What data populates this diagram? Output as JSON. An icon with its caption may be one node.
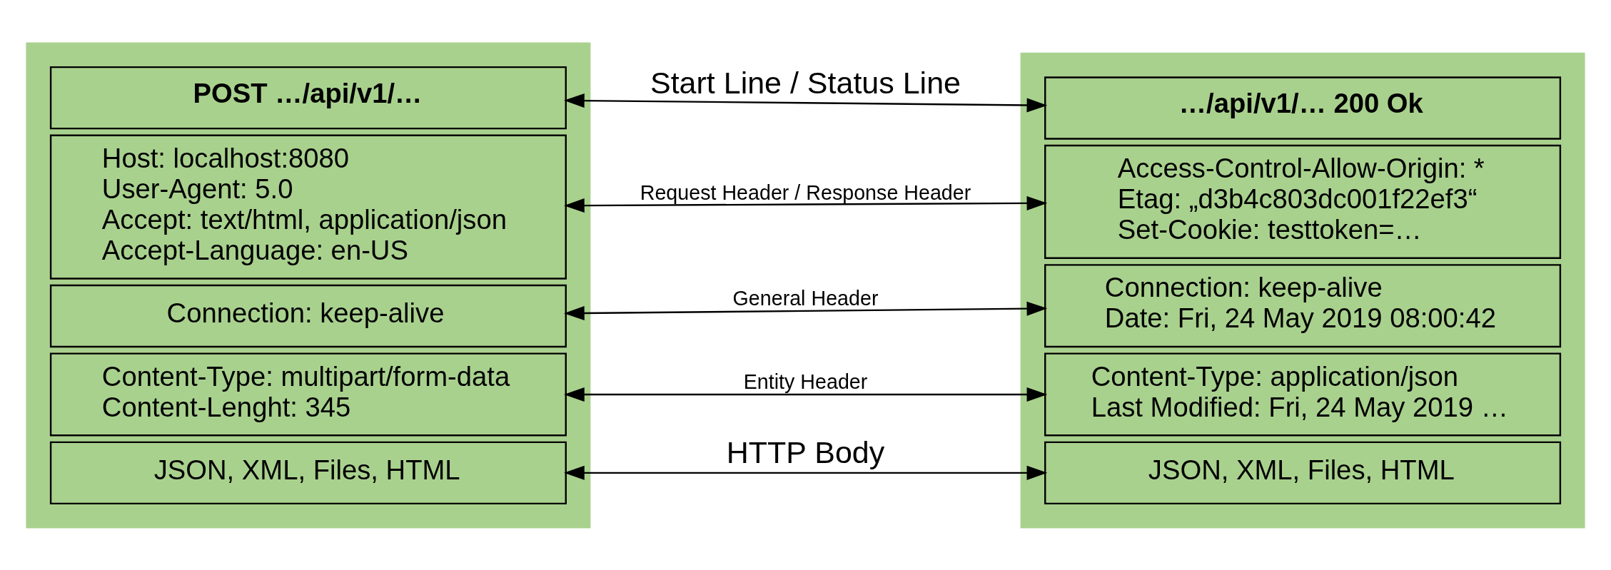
{
  "diagram": {
    "nodes": [
      {
        "text": [],
        "shape": "box"
      },
      {
        "text": [
          "POST …/api/v1/…"
        ],
        "in": 0
      },
      {
        "text": [
          "Host: localhost:8080",
          "User-Agent: 5.0",
          "Accept: text/html, application/json",
          "Accept-Language: en-US"
        ],
        "in": 0
      },
      {
        "text": [
          "Connection: keep-alive"
        ],
        "in": 0
      },
      {
        "text": [
          "Content-Type: multipart/form-data",
          "Content-Lenght: 345"
        ],
        "in": 0
      },
      {
        "text": [
          "JSON, XML, Files, HTML"
        ],
        "in": 0
      },
      {
        "text": [],
        "shape": "box"
      },
      {
        "text": [
          "…/api/v1/… 200 Ok"
        ],
        "in": 6
      },
      {
        "text": [
          "Access-Control-Allow-Origin: *",
          "Etag: „d3b4c803dc001f22ef3“",
          "Set-Cookie: testtoken=…"
        ],
        "in": 6
      },
      {
        "text": [
          "Connection: keep-alive",
          "Date: Fri, 24 May 2019 08:00:42"
        ],
        "in": 6
      },
      {
        "text": [
          "Content-Type: application/json",
          "Last Modified: Fri, 24 May 2019 …"
        ],
        "in": 6
      },
      {
        "text": [
          "JSON, XML, Files, HTML"
        ],
        "in": 6
      }
    ],
    "edges": [
      {
        "from": 1,
        "to": 7,
        "arrow": "both",
        "label": "Start Line / Status Line"
      },
      {
        "from": 2,
        "to": 8,
        "arrow": "both",
        "label": "Request Header / Response Header"
      },
      {
        "from": 3,
        "to": 9,
        "arrow": "both",
        "label": "General Header"
      },
      {
        "from": 4,
        "to": 10,
        "arrow": "both",
        "label": "Entity Header"
      },
      {
        "from": 5,
        "to": 11,
        "arrow": "both",
        "label": "HTTP Body"
      }
    ]
  }
}
